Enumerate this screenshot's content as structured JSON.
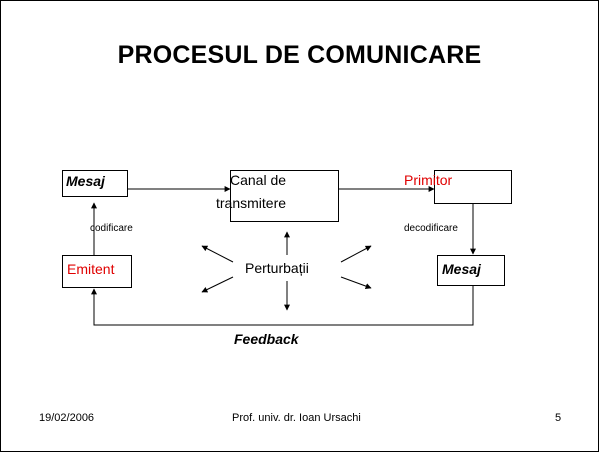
{
  "title": "PROCESUL DE COMUNICARE",
  "diagram": {
    "mesaj_top": "Mesaj",
    "canal_line1": "Canal  de",
    "canal_line2": "transmitere",
    "primitor": "Primitor",
    "codificare": "codificare",
    "decodificare": "decodificare",
    "emitent": "Emitent",
    "perturbatii": "Perturbații",
    "mesaj_bottom": "Mesaj",
    "feedback": "Feedback"
  },
  "footer": {
    "date": "19/02/2006",
    "author": "Prof. univ. dr. Ioan Ursachi",
    "page": "5"
  },
  "colors": {
    "accent_red": "#e00000",
    "line": "#000000"
  }
}
